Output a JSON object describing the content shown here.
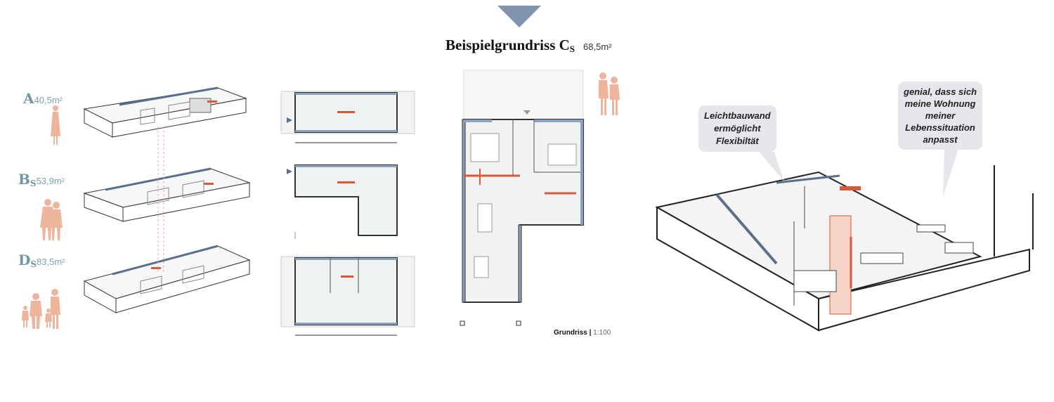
{
  "header": {
    "title": "Beispielgrundriss C",
    "title_sub": "S",
    "area": "68,5m²"
  },
  "units": [
    {
      "letter": "A",
      "sub": "",
      "area": "40,5m²"
    },
    {
      "letter": "B",
      "sub": "S",
      "area": "53,9m²"
    },
    {
      "letter": "D",
      "sub": "S",
      "area": "83,5m²"
    }
  ],
  "plan_caption": {
    "label": "Grundriss",
    "separator": "|",
    "scale": "1:100"
  },
  "bubbles": [
    {
      "text_lines": [
        "Leichtbauwand",
        "ermöglicht",
        "Flexibiltät"
      ]
    },
    {
      "text_lines": [
        "genial, dass sich",
        "meine Wohnung",
        "meiner",
        "Lebenssituation",
        "anpasst"
      ]
    }
  ],
  "colors": {
    "accent": "#7f94ad",
    "figure": "#eeb49c",
    "wall": "#5b6e8c",
    "partition": "#d9593a",
    "label": "#6f96a5"
  }
}
